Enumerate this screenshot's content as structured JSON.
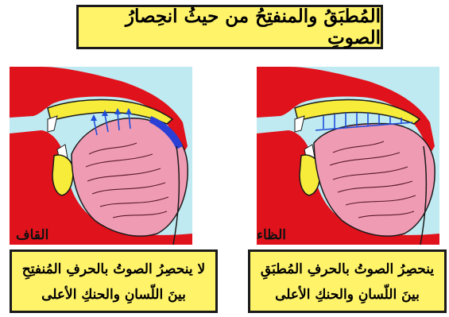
{
  "title": "المُطبَقُ والمنفتِحُ من حيثُ انحِصارُ الصوتِ",
  "diagrams": [
    {
      "letter": "القاف",
      "caption_line1": "لا ينحصِرُ الصوتُ بالحرفِ المُنفتِحِ",
      "caption_line2": "بينَ اللّسانِ والحنكِ الأعلى"
    },
    {
      "letter": "الظاء",
      "caption_line1": "ينحصِرُ الصوتُ بالحرفِ المُطبَقِ",
      "caption_line2": "بينَ اللّسانِ والحنكِ الأعلى"
    }
  ],
  "colors": {
    "panel_bg": "#bfeaf2",
    "flesh": "#e0121b",
    "palate": "#f7ec3a",
    "tongue": "#ef9bb4",
    "teeth": "#ffffff",
    "arrows": "#1f4fd8",
    "caption_bg": "#fff36a"
  }
}
